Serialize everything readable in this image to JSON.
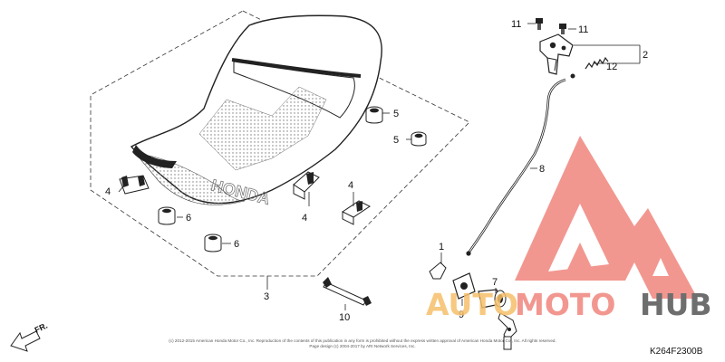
{
  "diagram": {
    "callouts": {
      "c1": "1",
      "c2": "2",
      "c3": "3",
      "c4a": "4",
      "c4b": "4",
      "c4c": "4",
      "c5a": "5",
      "c5b": "5",
      "c6a": "6",
      "c6b": "6",
      "c7": "7",
      "c8": "8",
      "c9": "9",
      "c10": "10",
      "c11a": "11",
      "c11b": "11",
      "c12": "12"
    },
    "direction_label": "FR.",
    "part_code": "K264F2300B",
    "seat_logo_text": "HONDA",
    "copyright_line1": "(c) 2012-2015 American Honda Motor Co., Inc. Reproduction of the contents of this publication in any form is prohibited without the express written approval of American Honda Motor Co., Inc. All rights reserved.",
    "copyright_line2": "Page design (c) 2004-2017 by ARI Network Services, Inc."
  },
  "watermark": {
    "text_auto": "AUTO",
    "text_moto": "MOTO",
    "text_hub": "HUB",
    "colors": {
      "logo_red": "#f0857d",
      "auto_orange": "#f6bf6a",
      "hub_gray": "#555555"
    }
  }
}
